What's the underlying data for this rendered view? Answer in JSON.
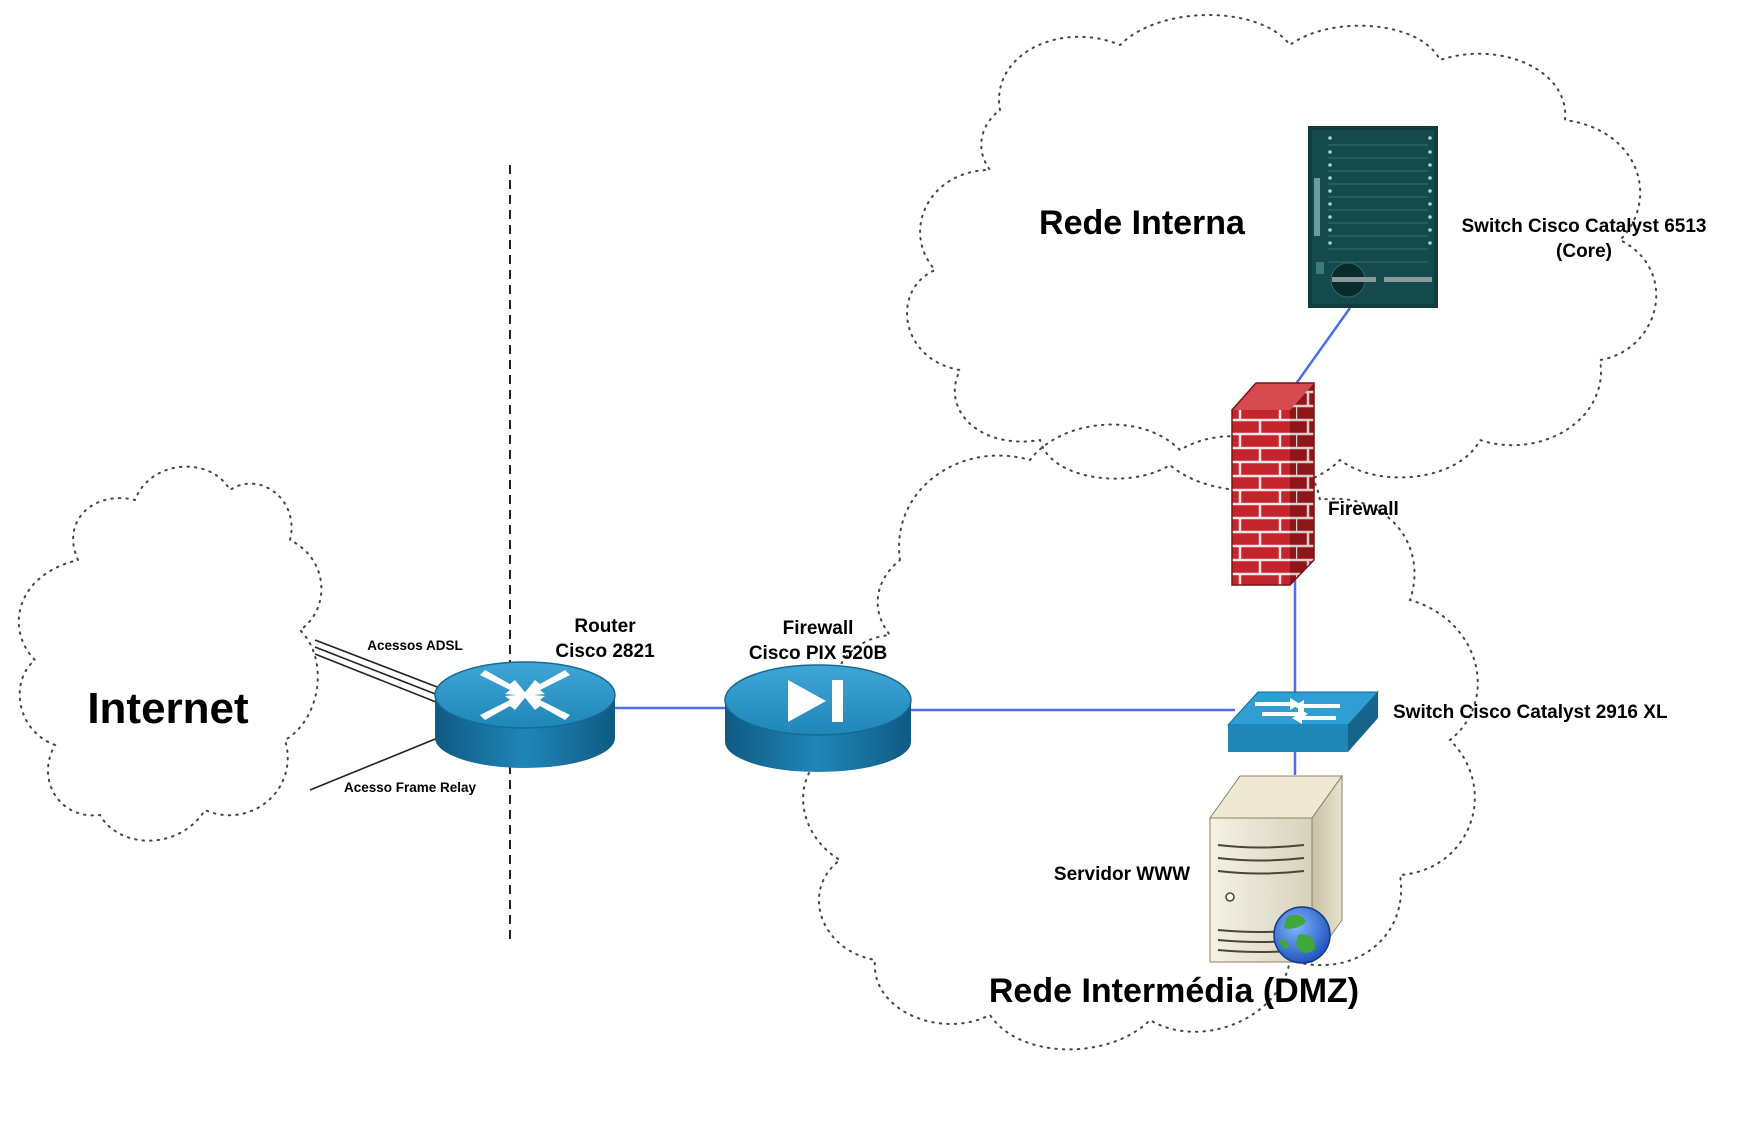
{
  "zones": {
    "internet": "Internet",
    "internal": "Rede Interna",
    "dmz": "Rede Intermédia (DMZ)"
  },
  "devices": {
    "router": {
      "line1": "Router",
      "line2": "Cisco 2821"
    },
    "pix": {
      "line1": "Firewall",
      "line2": "Cisco PIX 520B"
    },
    "firewall": {
      "label": "Firewall"
    },
    "core_switch": {
      "line1": "Switch Cisco Catalyst 6513",
      "line2": "(Core)"
    },
    "access_switch": {
      "label": "Switch Cisco Catalyst 2916 XL"
    },
    "web_server": {
      "label": "Servidor WWW"
    }
  },
  "links": {
    "adsl": "Acessos ADSL",
    "frame_relay": "Acesso Frame Relay"
  },
  "colors": {
    "cisco_blue": "#1f86b8",
    "cisco_blue_dark": "#16638c",
    "link_blue": "#4a6fe8",
    "brick_red": "#c4242b",
    "core_chassis": "#0f3c3f"
  }
}
